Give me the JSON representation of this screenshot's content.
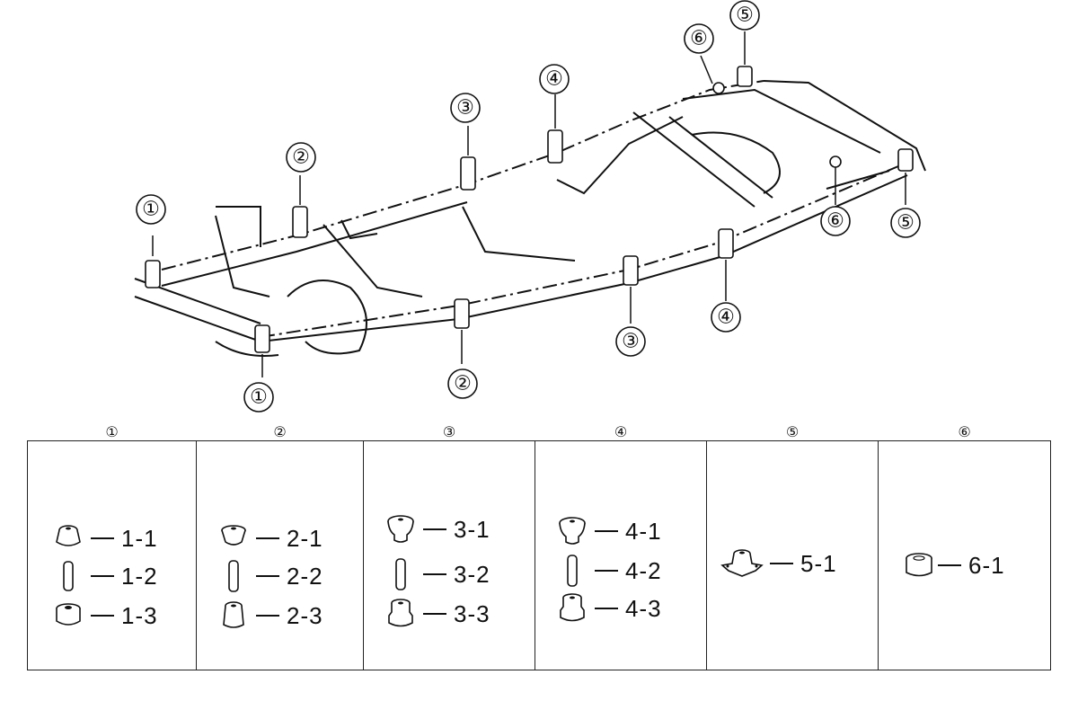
{
  "callouts": {
    "c1_left": "①",
    "c1_bottom": "①",
    "c2_top": "②",
    "c2_bottom": "②",
    "c3_top": "③",
    "c3_bottom": "③",
    "c4_top": "④",
    "c4_bottom": "④",
    "c5_top": "⑤",
    "c5_right": "⑤",
    "c6_top": "⑥",
    "c6_right": "⑥"
  },
  "table": {
    "columns": [
      {
        "header": "①",
        "parts": [
          "1-1",
          "1-2",
          "1-3"
        ]
      },
      {
        "header": "②",
        "parts": [
          "2-1",
          "2-2",
          "2-3"
        ]
      },
      {
        "header": "③",
        "parts": [
          "3-1",
          "3-2",
          "3-3"
        ]
      },
      {
        "header": "④",
        "parts": [
          "4-1",
          "4-2",
          "4-3"
        ]
      },
      {
        "header": "⑤",
        "parts": [
          "5-1"
        ]
      },
      {
        "header": "⑥",
        "parts": [
          "6-1"
        ]
      }
    ]
  }
}
